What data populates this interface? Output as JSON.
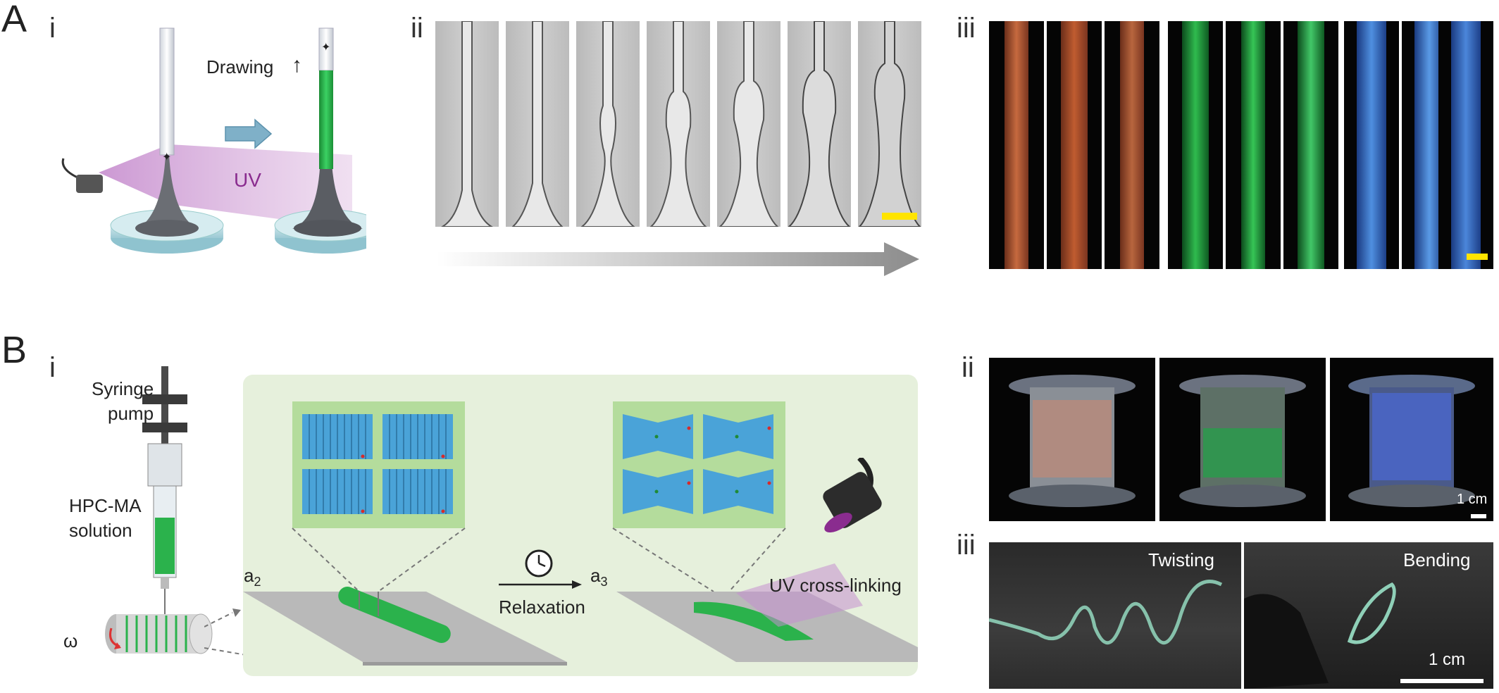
{
  "panelA": {
    "letter": "A",
    "i": {
      "roman": "i",
      "drawing_label": "Drawing",
      "drawing_arrow": "↑",
      "uv_label": "UV"
    },
    "ii": {
      "roman": "ii"
    },
    "iii": {
      "roman": "iii"
    }
  },
  "panelB": {
    "letter": "B",
    "i": {
      "roman": "i",
      "syringe_label_1": "Syringe",
      "syringe_label_2": "pump",
      "solution_label_1": "HPC-MA",
      "solution_label_2": "solution",
      "omega_label": "ω",
      "a2_base": "a",
      "a2_sub": "2",
      "a3_base": "a",
      "a3_sub": "3",
      "relaxation_label": "Relaxation",
      "uv_crosslinking_label": "UV cross-linking"
    },
    "ii": {
      "roman": "ii",
      "scale_label": "1 cm"
    },
    "iii": {
      "roman": "iii",
      "twisting_label": "Twisting",
      "bending_label": "Bending",
      "scale_label": "1 cm"
    }
  },
  "colors": {
    "green_fiber": "#2bb24c",
    "uv_purple": "#8a2c8f",
    "scale_yellow": "#ffe400",
    "panel_bg_green": "#e6f0dc",
    "crystal_blue": "#4aa3d8"
  }
}
